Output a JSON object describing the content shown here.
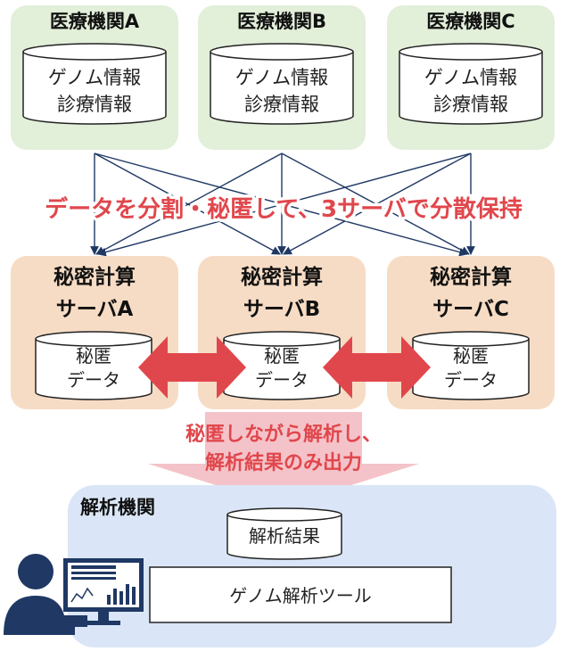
{
  "hospitals": [
    {
      "title": "医療機関A",
      "db_line1": "ゲノム情報",
      "db_line2": "診療情報"
    },
    {
      "title": "医療機関B",
      "db_line1": "ゲノム情報",
      "db_line2": "診療情報"
    },
    {
      "title": "医療機関C",
      "db_line1": "ゲノム情報",
      "db_line2": "診療情報"
    }
  ],
  "split_caption": "データを分割・秘匿して、3サーバで分散保持",
  "servers": [
    {
      "title_line1": "秘密計算",
      "title_line2": "サーバA",
      "db_line1": "秘匿",
      "db_line2": "データ"
    },
    {
      "title_line1": "秘密計算",
      "title_line2": "サーバB",
      "db_line1": "秘匿",
      "db_line2": "データ"
    },
    {
      "title_line1": "秘密計算",
      "title_line2": "サーバC",
      "db_line1": "秘匿",
      "db_line2": "データ"
    }
  ],
  "analysis_caption_line1": "秘匿しながら解析し、",
  "analysis_caption_line2": "解析結果のみ出力",
  "analysis_org": {
    "title": "解析機関",
    "result_db": "解析結果",
    "tool_label": "ゲノム解析ツール"
  },
  "colors": {
    "hospital_fill": "#e2efd9",
    "server_fill": "#f7dcc5",
    "analysis_fill": "#dae6f7",
    "red_accent": "#e0474c",
    "pink_arrow": "#f2b8c0",
    "navy": "#1f3864"
  }
}
